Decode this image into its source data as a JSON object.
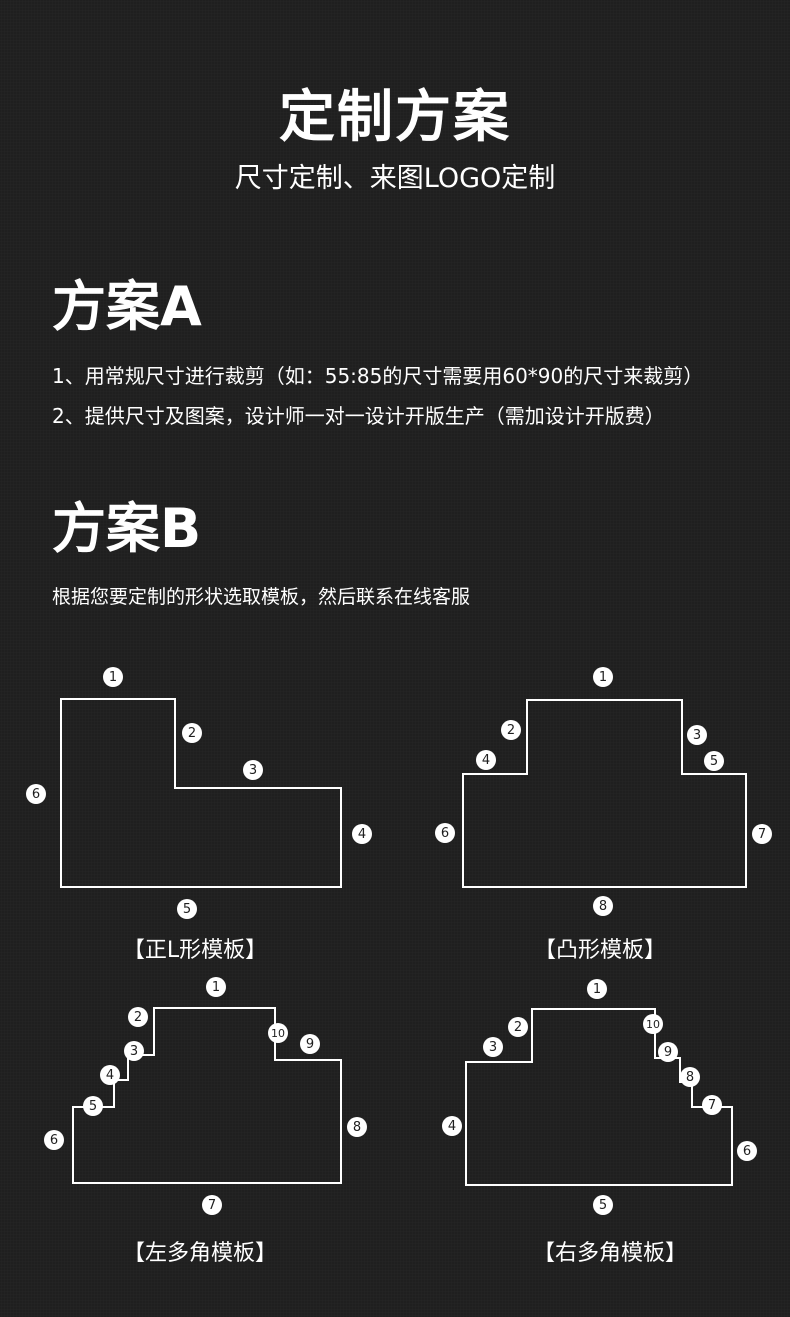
{
  "header": {
    "title": "定制方案",
    "subtitle": "尺寸定制、来图LOGO定制"
  },
  "plan_a": {
    "heading": "方案A",
    "lines": [
      "1、用常规尺寸进行裁剪（如：55:85的尺寸需要用60*90的尺寸来裁剪）",
      "2、提供尺寸及图案，设计师一对一设计开版生产（需加设计开版费）"
    ]
  },
  "plan_b": {
    "heading": "方案B",
    "description": "根据您要定制的形状选取模板，然后联系在线客服"
  },
  "templates": [
    {
      "label": "【正L形模板】",
      "numbers": [
        "1",
        "2",
        "3",
        "4",
        "5",
        "6"
      ]
    },
    {
      "label": "【凸形模板】",
      "numbers": [
        "1",
        "2",
        "3",
        "4",
        "5",
        "6",
        "7",
        "8"
      ]
    },
    {
      "label": "【左多角模板】",
      "numbers": [
        "1",
        "2",
        "3",
        "4",
        "5",
        "6",
        "7",
        "8",
        "9",
        "10"
      ]
    },
    {
      "label": "【右多角模板】",
      "numbers": [
        "1",
        "2",
        "3",
        "4",
        "5",
        "6",
        "7",
        "8",
        "9",
        "10"
      ]
    }
  ],
  "colors": {
    "background": "#1f1f1f",
    "line": "#ffffff"
  }
}
